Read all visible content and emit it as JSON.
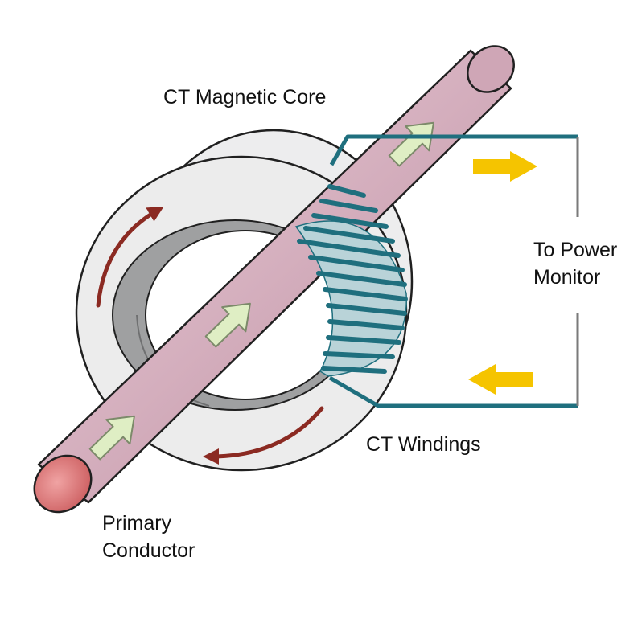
{
  "labels": {
    "core": "CT Magnetic Core",
    "power_monitor": [
      "To Power",
      "Monitor"
    ],
    "windings": "CT Windings",
    "primary_conductor": [
      "Primary",
      "Conductor"
    ]
  },
  "colors": {
    "core_face": "#e9eaea",
    "core_outline": "#1f1f1f",
    "core_inner_shadow": "#9c9d9e",
    "conductor_body": "#d8b3c2",
    "conductor_end": "#e07c7c",
    "flow_arrow_fill": "#dfeec4",
    "flux_arrow": "#8b2a22",
    "winding_wire": "#1f6f7e",
    "winding_band": "#a9c9d0",
    "power_arrow": "#f5c400",
    "lead_wire": "#7a7a7a"
  },
  "icons": {
    "current_flow": "arrow-up-right-icon",
    "magnetic_flux": "curved-arrow-icon",
    "power_direction": "arrow-right-icon"
  }
}
